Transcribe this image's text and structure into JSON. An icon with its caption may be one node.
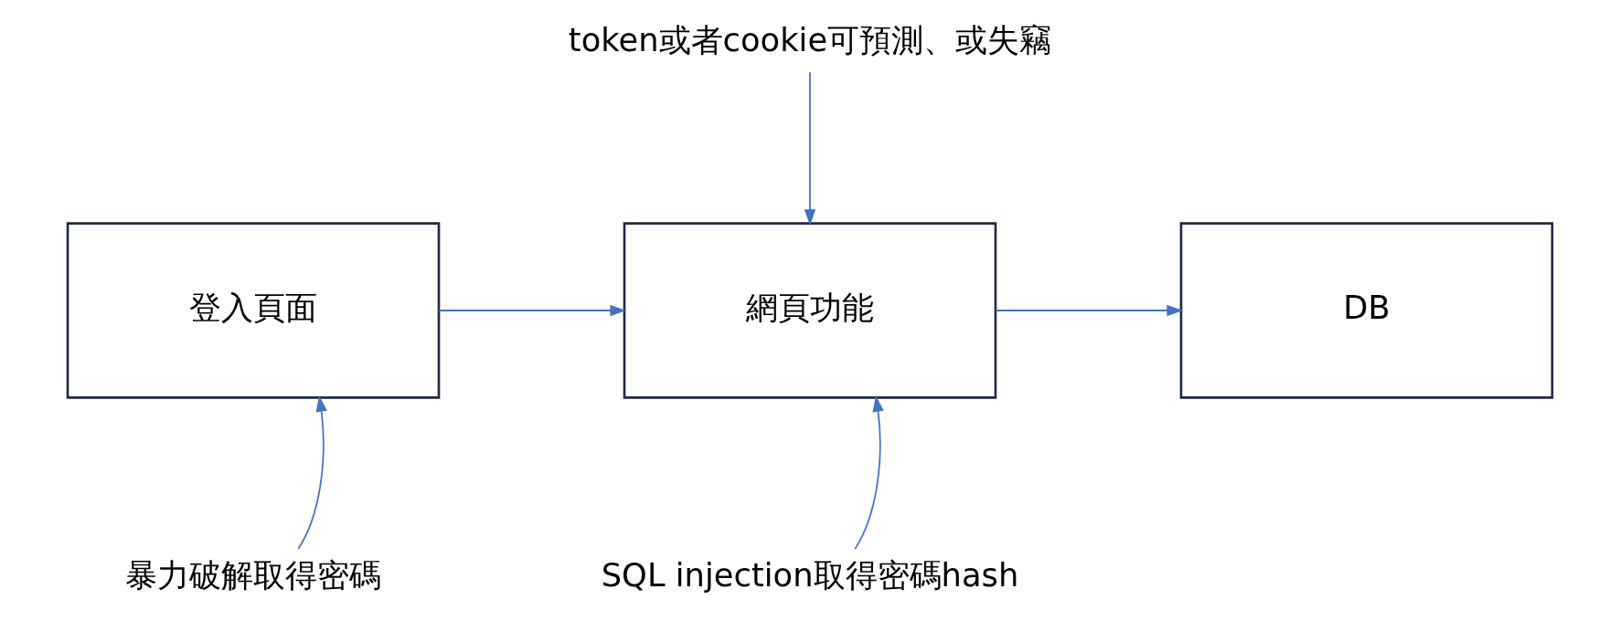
{
  "diagram": {
    "nodes": [
      {
        "text": [
          "token或者cookie可預測、或失竊"
        ]
      },
      {
        "text": [
          "登入頁面"
        ]
      },
      {
        "text": [
          "網頁功能"
        ]
      },
      {
        "text": [
          "DB"
        ]
      },
      {
        "text": [
          "暴力破解取得密碼"
        ]
      },
      {
        "text": [
          "SQL injection取得密碼hash"
        ]
      }
    ],
    "edges": [
      {
        "from": 1,
        "to": 2,
        "arrow": "to"
      },
      {
        "from": 2,
        "to": 3,
        "arrow": "to"
      },
      {
        "from": 0,
        "to": 2,
        "arrow": "to"
      },
      {
        "from": 4,
        "to": 1,
        "arrow": "to"
      },
      {
        "from": 5,
        "to": 2,
        "arrow": "to"
      }
    ]
  }
}
